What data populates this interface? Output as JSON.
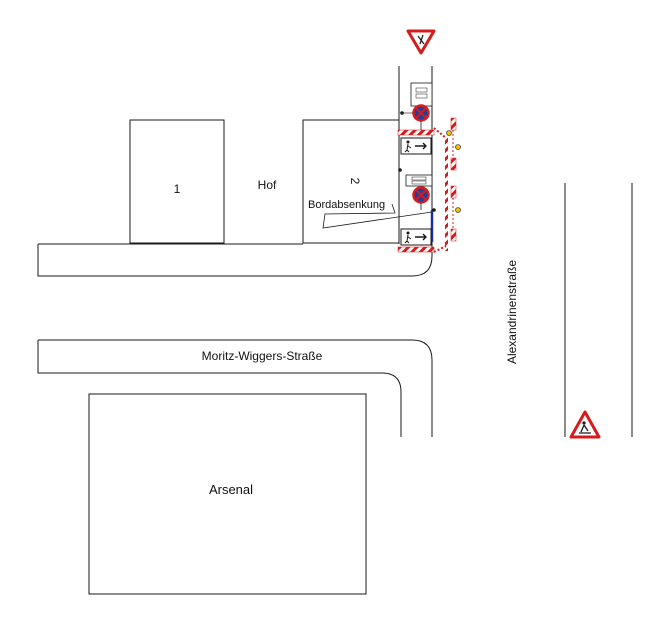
{
  "buildings": {
    "b1": "1",
    "b2": "2",
    "arsenal": "Arsenal"
  },
  "labels": {
    "hof": "Hof",
    "bordabsenkung": "Bordabsenkung",
    "moritz_wiggers_strasse": "Moritz-Wiggers-Straße",
    "alexandrinenstrasse": "Alexandrinenstraße"
  },
  "signs": {
    "yield_sign": "yield-sign-icon",
    "roadworks_sign": "roadworks-sign-icon",
    "no_parking_sign": "no-stopping-sign-icon",
    "pedestrian_detour_sign": "pedestrian-detour-sign-icon"
  },
  "colors": {
    "line": "#1a1a1a",
    "barrier_red": "#d41c1c",
    "sign_blue": "#1f3f9e",
    "curb_blue": "#1a2fa0",
    "lamp_yellow": "#f2c200"
  }
}
